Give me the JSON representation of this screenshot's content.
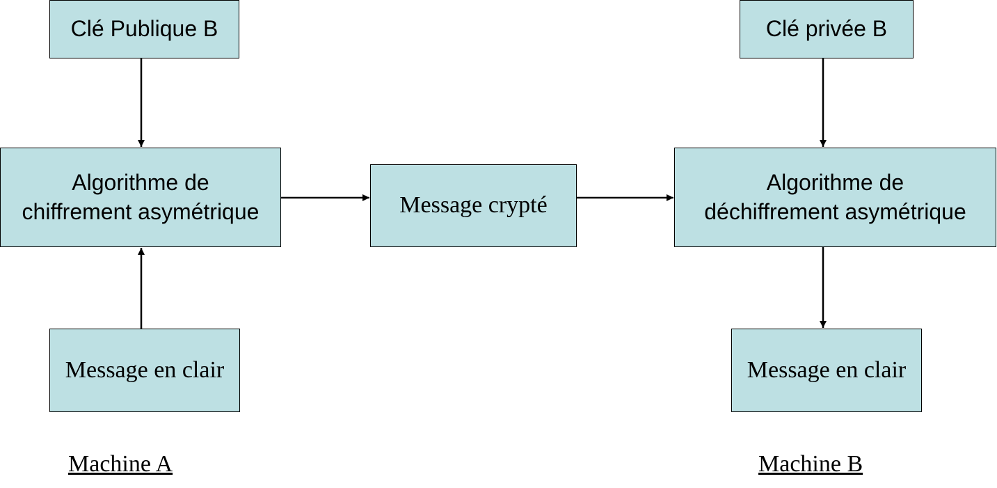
{
  "colors": {
    "box_fill": "#bde0e3",
    "border": "#000000",
    "arrow": "#000000",
    "background": "#ffffff"
  },
  "nodes": {
    "pub_key": {
      "label": "Clé Publique B"
    },
    "encrypt_algo": {
      "label": "Algorithme de\nchiffrement asymétrique"
    },
    "plain_a": {
      "label": "Message en clair"
    },
    "cipher": {
      "label": "Message crypté"
    },
    "priv_key": {
      "label": "Clé privée B"
    },
    "decrypt_algo": {
      "label": "Algorithme de\ndéchiffrement asymétrique"
    },
    "plain_b": {
      "label": "Message en clair"
    }
  },
  "edges": [
    {
      "from": "pub_key",
      "to": "encrypt_algo"
    },
    {
      "from": "plain_a",
      "to": "encrypt_algo"
    },
    {
      "from": "encrypt_algo",
      "to": "cipher"
    },
    {
      "from": "cipher",
      "to": "decrypt_algo"
    },
    {
      "from": "priv_key",
      "to": "decrypt_algo"
    },
    {
      "from": "decrypt_algo",
      "to": "plain_b"
    }
  ],
  "machines": {
    "a": {
      "label": "Machine A"
    },
    "b": {
      "label": "Machine B"
    }
  }
}
